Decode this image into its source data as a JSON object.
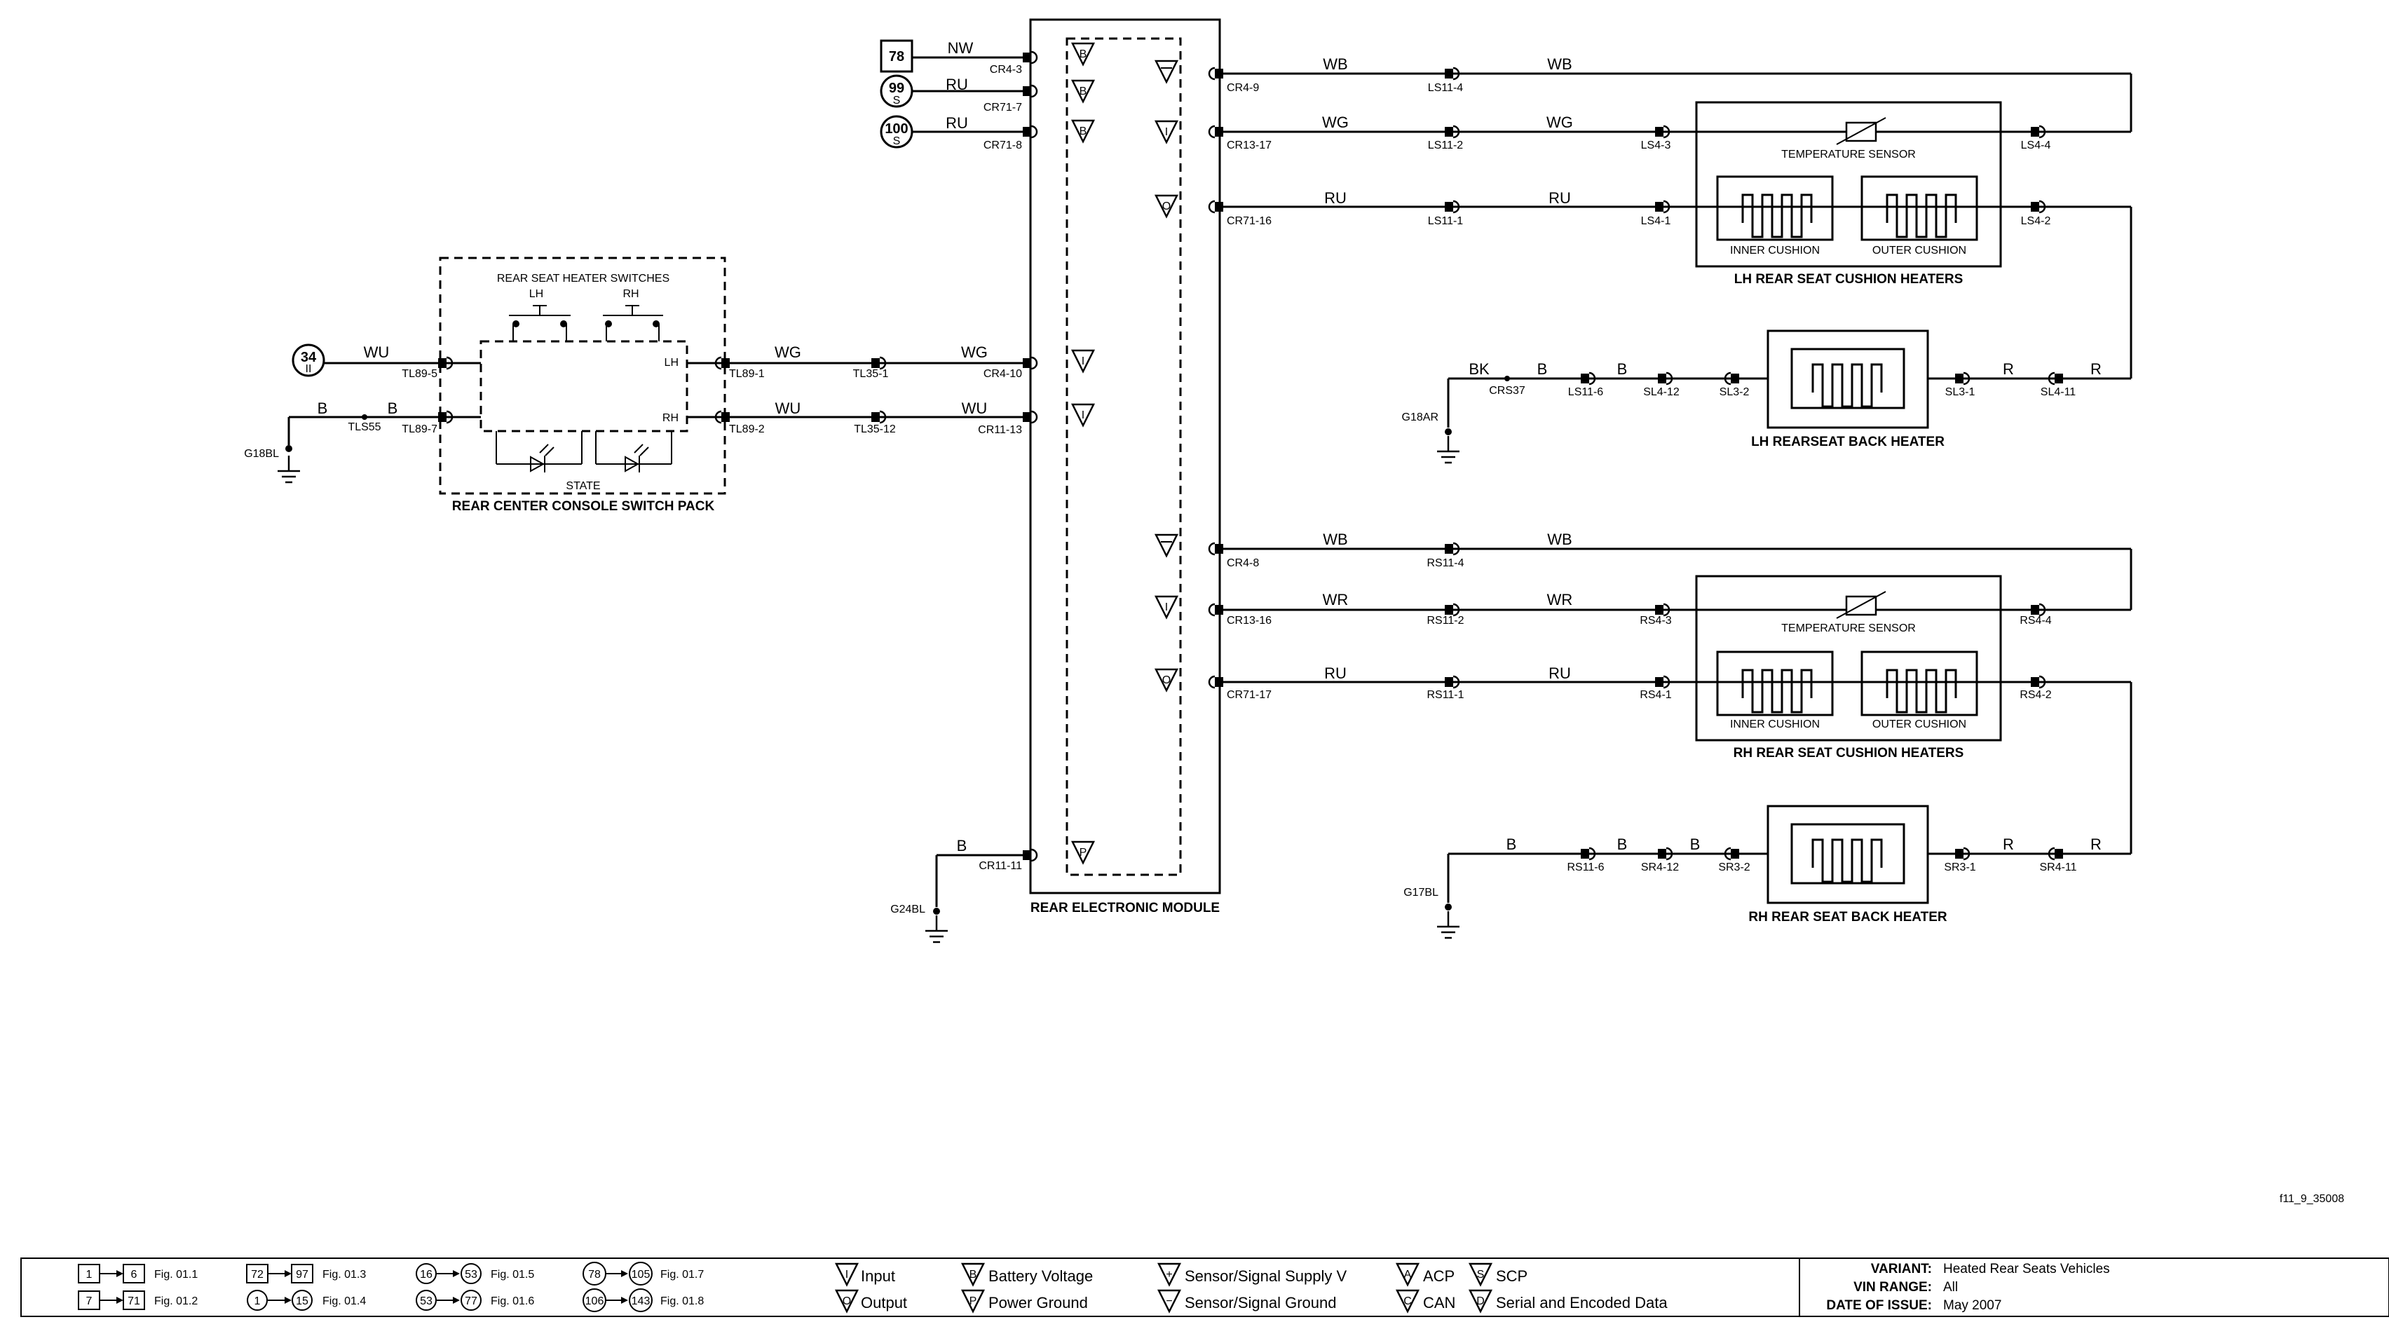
{
  "module": {
    "title": "REAR ELECTRONIC MODULE",
    "left_pins": [
      "CR4-3",
      "CR71-7",
      "CR71-8",
      "CR4-10",
      "CR11-13",
      "CR11-11"
    ],
    "right_pins": [
      "CR4-9",
      "CR13-17",
      "CR71-16",
      "CR4-8",
      "CR13-16",
      "CR71-17"
    ],
    "pin_codes": {
      "battery": "B",
      "input": "I",
      "output": "O",
      "signal_ground": "",
      "power_ground": "P"
    }
  },
  "feeds": [
    {
      "ref": "78",
      "sub": "",
      "wire": "NW"
    },
    {
      "ref": "99",
      "sub": "S",
      "wire": "RU"
    },
    {
      "ref": "100",
      "sub": "S",
      "wire": "RU"
    }
  ],
  "switch_pack": {
    "title": "REAR CENTER CONSOLE SWITCH PACK",
    "header": "REAR SEAT HEATER SWITCHES",
    "lh": "LH",
    "rh": "RH",
    "state": "STATE",
    "term_lh": "LH",
    "term_rh": "RH",
    "feed_ref": "34",
    "feed_sub": "II",
    "pins": [
      "TL89-5",
      "TL89-7",
      "TL89-1",
      "TL89-2"
    ],
    "wires": [
      "WU",
      "B",
      "B",
      "WG",
      "WG",
      "WU",
      "WU"
    ],
    "splices": [
      "TLS55",
      "TL35-1",
      "TL35-12"
    ],
    "ground": "G18BL"
  },
  "lh": {
    "cushion_title": "LH REAR SEAT CUSHION HEATERS",
    "back_title": "LH REARSEAT BACK HEATER",
    "temp_sensor": "TEMPERATURE SENSOR",
    "inner": "INNER CUSHION",
    "outer": "OUTER CUSHION",
    "wires": [
      "WB",
      "WB",
      "WG",
      "WG",
      "RU",
      "RU"
    ],
    "connectors": [
      "LS11-4",
      "LS11-2",
      "LS11-1",
      "LS4-3",
      "LS4-1",
      "LS4-4",
      "LS4-2"
    ],
    "back_wires": [
      "BK",
      "B",
      "B",
      "R",
      "R"
    ],
    "back_connectors": [
      "CRS37",
      "LS11-6",
      "SL4-12",
      "SL3-2",
      "SL3-1",
      "SL4-11"
    ],
    "ground": "G18AR"
  },
  "rh": {
    "cushion_title": "RH REAR SEAT CUSHION HEATERS",
    "back_title": "RH REAR SEAT BACK HEATER",
    "temp_sensor": "TEMPERATURE SENSOR",
    "inner": "INNER CUSHION",
    "outer": "OUTER CUSHION",
    "wires": [
      "WB",
      "WB",
      "WR",
      "WR",
      "RU",
      "RU"
    ],
    "connectors": [
      "RS11-4",
      "RS11-2",
      "RS11-1",
      "RS4-3",
      "RS4-1",
      "RS4-4",
      "RS4-2"
    ],
    "back_wires": [
      "B",
      "B",
      "B",
      "R",
      "R"
    ],
    "back_connectors": [
      "RS11-6",
      "SR4-12",
      "SR3-2",
      "SR3-1",
      "SR4-11"
    ],
    "ground": "G17BL"
  },
  "module_ground": {
    "wire": "B",
    "ground": "G24BL"
  },
  "figure_id": "f11_9_35008",
  "legend": {
    "figs": [
      {
        "a": "1",
        "b": "6",
        "fig": "Fig. 01.1"
      },
      {
        "a": "7",
        "b": "71",
        "fig": "Fig. 01.2"
      },
      {
        "a": "72",
        "b": "97",
        "fig": "Fig. 01.3"
      },
      {
        "a": "1",
        "b": "15",
        "fig": "Fig. 01.4"
      },
      {
        "a": "16",
        "b": "53",
        "fig": "Fig. 01.5"
      },
      {
        "a": "53",
        "b": "77",
        "fig": "Fig. 01.6"
      },
      {
        "a": "78",
        "b": "105",
        "fig": "Fig. 01.7"
      },
      {
        "a": "106",
        "b": "143",
        "fig": "Fig. 01.8"
      }
    ],
    "symbols": [
      {
        "code": "I",
        "label": "Input"
      },
      {
        "code": "O",
        "label": "Output"
      },
      {
        "code": "B",
        "label": "Battery Voltage"
      },
      {
        "code": "P",
        "label": "Power Ground"
      },
      {
        "code": "+",
        "label": "Sensor/Signal Supply V"
      },
      {
        "code": "−",
        "label": "Sensor/Signal Ground"
      },
      {
        "code": "A",
        "label": "ACP"
      },
      {
        "code": "C",
        "label": "CAN"
      },
      {
        "code": "S",
        "label": "SCP"
      },
      {
        "code": "D",
        "label": "Serial and Encoded Data"
      }
    ]
  },
  "info": {
    "variant_label": "VARIANT:",
    "variant": "Heated Rear Seats Vehicles",
    "vin_label": "VIN RANGE:",
    "vin": "All",
    "date_label": "DATE OF ISSUE:",
    "date": "May 2007"
  }
}
